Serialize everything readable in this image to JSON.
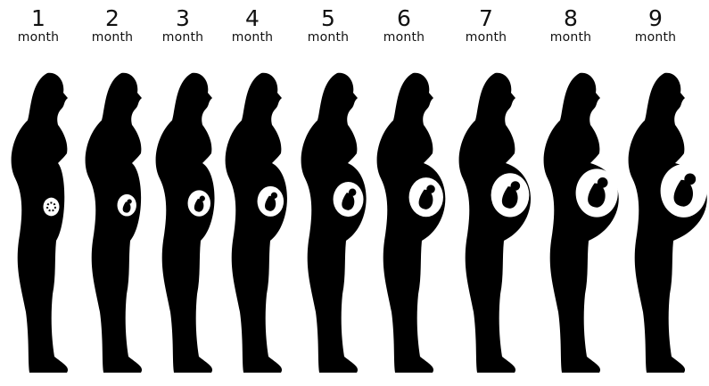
{
  "stages": [
    {
      "number": "1",
      "unit": "month",
      "belly": 0.0
    },
    {
      "number": "2",
      "unit": "month",
      "belly": 0.1
    },
    {
      "number": "3",
      "unit": "month",
      "belly": 0.22
    },
    {
      "number": "4",
      "unit": "month",
      "belly": 0.34
    },
    {
      "number": "5",
      "unit": "month",
      "belly": 0.47
    },
    {
      "number": "6",
      "unit": "month",
      "belly": 0.6
    },
    {
      "number": "7",
      "unit": "month",
      "belly": 0.73
    },
    {
      "number": "8",
      "unit": "month",
      "belly": 0.86
    },
    {
      "number": "9",
      "unit": "month",
      "belly": 1.0
    }
  ],
  "colors": {
    "silhouette": "#000000",
    "background": "#ffffff",
    "text": "#111111"
  }
}
